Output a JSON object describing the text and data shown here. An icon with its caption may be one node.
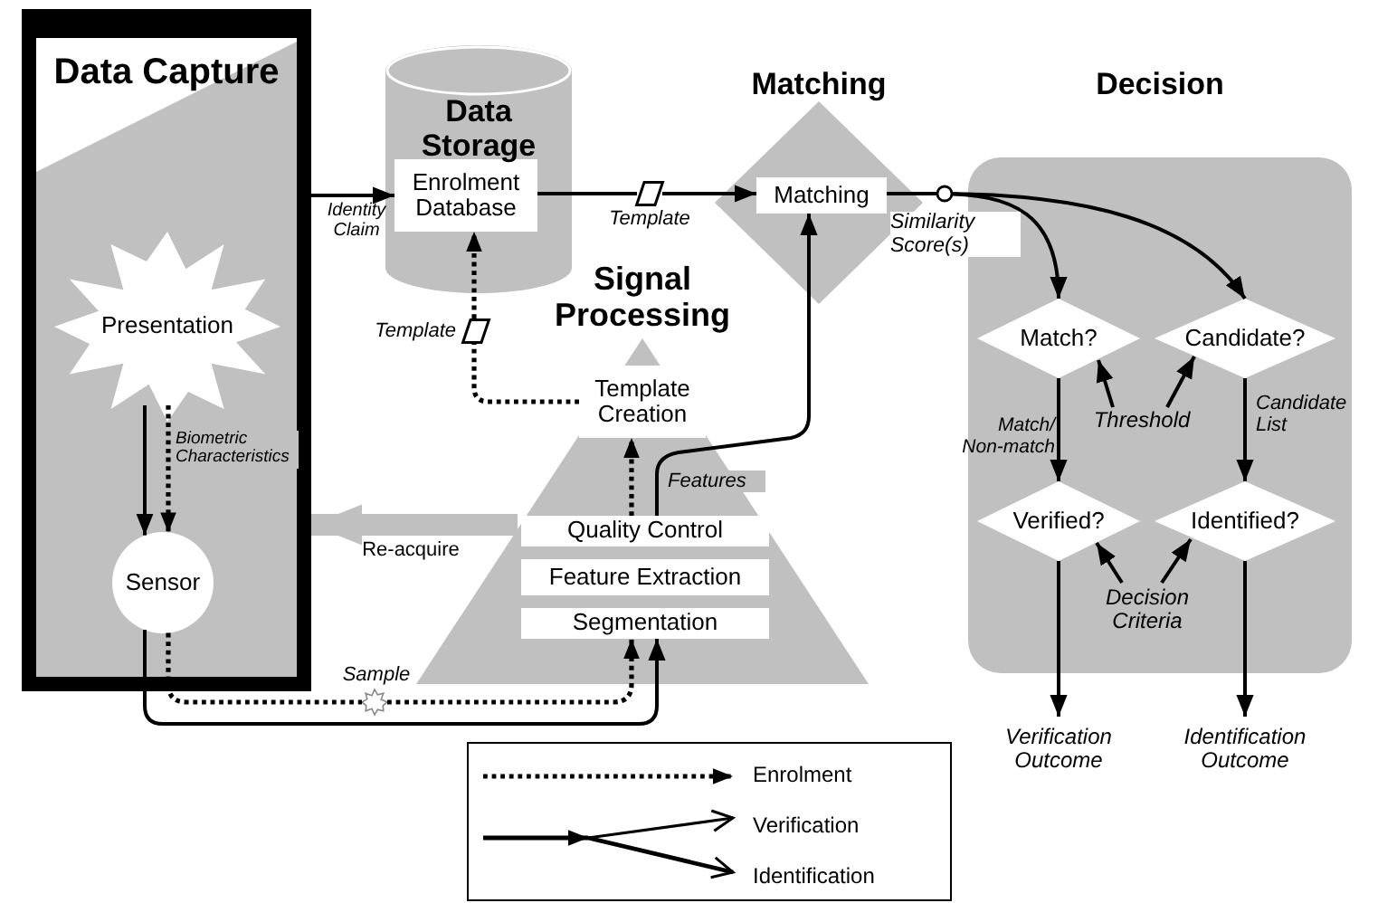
{
  "diagram": {
    "nodes": [
      {
        "text": [
          "Data Capture"
        ]
      },
      {
        "text": [
          "Presentation"
        ],
        "in": 0
      },
      {
        "text": [
          "Sensor"
        ],
        "in": 0
      },
      {
        "text": [
          "Data Storage"
        ]
      },
      {
        "text": [
          "Enrolment Database"
        ],
        "in": 3
      },
      {
        "text": [
          "Matching"
        ]
      },
      {
        "text": [
          "Matching"
        ],
        "in": 5
      },
      {
        "text": [
          "Signal Processing"
        ]
      },
      {
        "text": [
          "Template Creation"
        ],
        "in": 7
      },
      {
        "text": [
          "Quality Control"
        ],
        "in": 7
      },
      {
        "text": [
          "Feature Extraction"
        ],
        "in": 7
      },
      {
        "text": [
          "Segmentation"
        ],
        "in": 7
      },
      {
        "text": [
          "Decision"
        ]
      },
      {
        "text": [
          "Match?"
        ],
        "in": 12
      },
      {
        "text": [
          "Candidate?"
        ],
        "in": 12
      },
      {
        "text": [
          "Verified?"
        ],
        "in": 12
      },
      {
        "text": [
          "Identified?"
        ],
        "in": 12
      },
      {
        "text": [
          "Verification Outcome"
        ]
      },
      {
        "text": [
          "Identification Outcome"
        ]
      },
      {
        "text": [],
        "shape": "parallelogram",
        "beside": [
          "Template"
        ]
      },
      {
        "text": [],
        "shape": "parallelogram",
        "beside": [
          "Template"
        ]
      },
      {
        "text": [],
        "shape": "star",
        "beside": [
          "Sample"
        ]
      },
      {
        "text": [
          "Threshold"
        ],
        "in": 12
      },
      {
        "text": [
          "Decision Criteria"
        ],
        "in": 12
      }
    ],
    "edges": [
      {
        "from": 0,
        "to": 4,
        "arrow": "to",
        "label": "Identity Claim"
      },
      {
        "from": 1,
        "to": 2,
        "arrow": "to"
      },
      {
        "from": 1,
        "to": 2,
        "arrow": "to",
        "style": "dashed",
        "label": "Biometric Characteristics"
      },
      {
        "from": 2,
        "to": 21,
        "arrow": "none",
        "style": "dashed"
      },
      {
        "from": 21,
        "to": 11,
        "arrow": "to",
        "style": "dashed"
      },
      {
        "from": 2,
        "to": 11,
        "arrow": "to"
      },
      {
        "from": 9,
        "to": 8,
        "arrow": "to",
        "style": "dashed"
      },
      {
        "from": 9,
        "to": 6,
        "arrow": "to",
        "label": "Features"
      },
      {
        "from": 8,
        "to": 19,
        "arrow": "none",
        "style": "dashed"
      },
      {
        "from": 19,
        "to": 4,
        "arrow": "to",
        "style": "dashed"
      },
      {
        "from": 4,
        "to": 20,
        "arrow": "none"
      },
      {
        "from": 20,
        "to": 6,
        "arrow": "to"
      },
      {
        "from": 7,
        "to": 0,
        "arrow": "to",
        "style": "thick",
        "color": "#c0c0c0",
        "label": "Re-acquire"
      },
      {
        "from": 6,
        "to": 13,
        "arrow": "to",
        "label": "Similarity Score(s)"
      },
      {
        "from": 6,
        "to": 14,
        "arrow": "to"
      },
      {
        "from": 13,
        "to": 15,
        "arrow": "to",
        "label": "Match/ Non-match"
      },
      {
        "from": 14,
        "to": 16,
        "arrow": "to",
        "label": "Candidate List"
      },
      {
        "from": 22,
        "to": 13,
        "arrow": "to"
      },
      {
        "from": 22,
        "to": 14,
        "arrow": "to"
      },
      {
        "from": 23,
        "to": 15,
        "arrow": "to"
      },
      {
        "from": 23,
        "to": 16,
        "arrow": "to"
      },
      {
        "from": 15,
        "to": 17,
        "arrow": "to"
      },
      {
        "from": 16,
        "to": 18,
        "arrow": "to"
      }
    ],
    "legend": [
      {
        "text": "Enrolment"
      },
      {
        "text": "Verification"
      },
      {
        "text": "Identification"
      }
    ]
  }
}
